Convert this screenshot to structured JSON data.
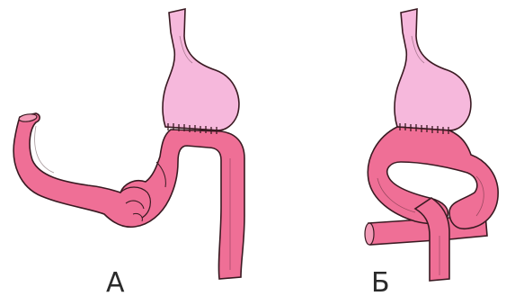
{
  "figure": {
    "panels": [
      {
        "label": "А",
        "illustration": "stomach-with-jejunal-loop"
      },
      {
        "label": "Б",
        "illustration": "stomach-with-looped-intestine"
      }
    ]
  },
  "colors": {
    "stomach_fill": "#f6b8dc",
    "intestine_fill": "#ef6f96",
    "outline": "#3a1a22",
    "suture": "#3a1a22",
    "background": "#ffffff"
  }
}
